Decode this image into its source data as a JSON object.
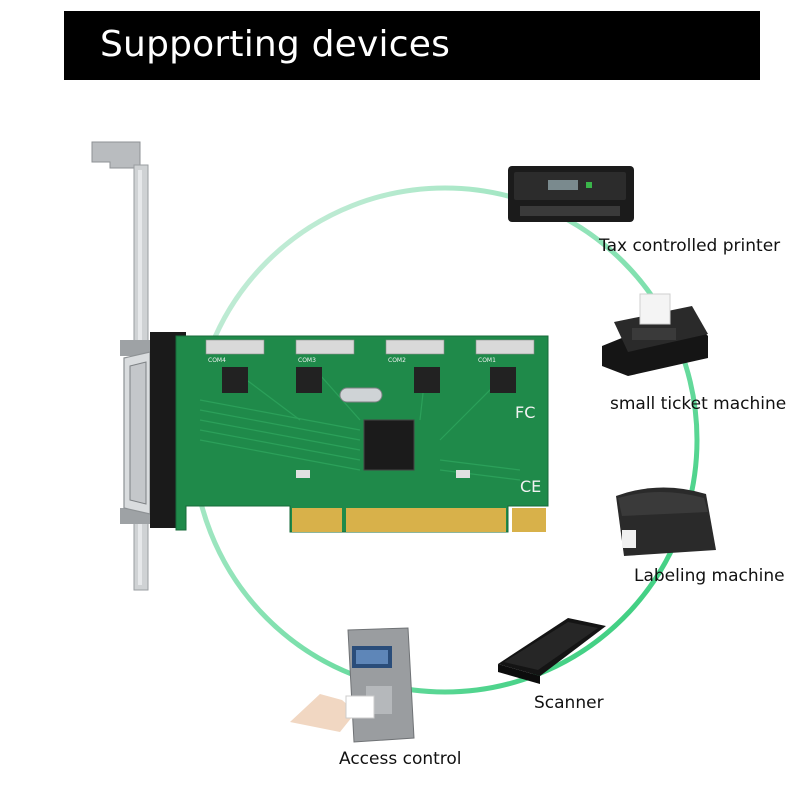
{
  "banner": {
    "title": "Supporting devices"
  },
  "card": {
    "port_labels": [
      "COM4",
      "COM3",
      "COM2",
      "COM1"
    ],
    "fc_mark": "FC",
    "ce_mark": "CE"
  },
  "devices": [
    {
      "label": "Tax controlled printer",
      "icon": "tax-printer-icon"
    },
    {
      "label": "small ticket machine",
      "icon": "receipt-printer-icon"
    },
    {
      "label": "Labeling machine",
      "icon": "label-printer-icon"
    },
    {
      "label": "Scanner",
      "icon": "scanner-icon"
    },
    {
      "label": "Access control",
      "icon": "access-control-icon"
    }
  ],
  "colors": {
    "banner": "#000000",
    "ring_light": "#c9ead8",
    "ring_accent": "#2fd07a",
    "pcb": "#1f8a4a",
    "gold": "#d8b14a"
  }
}
